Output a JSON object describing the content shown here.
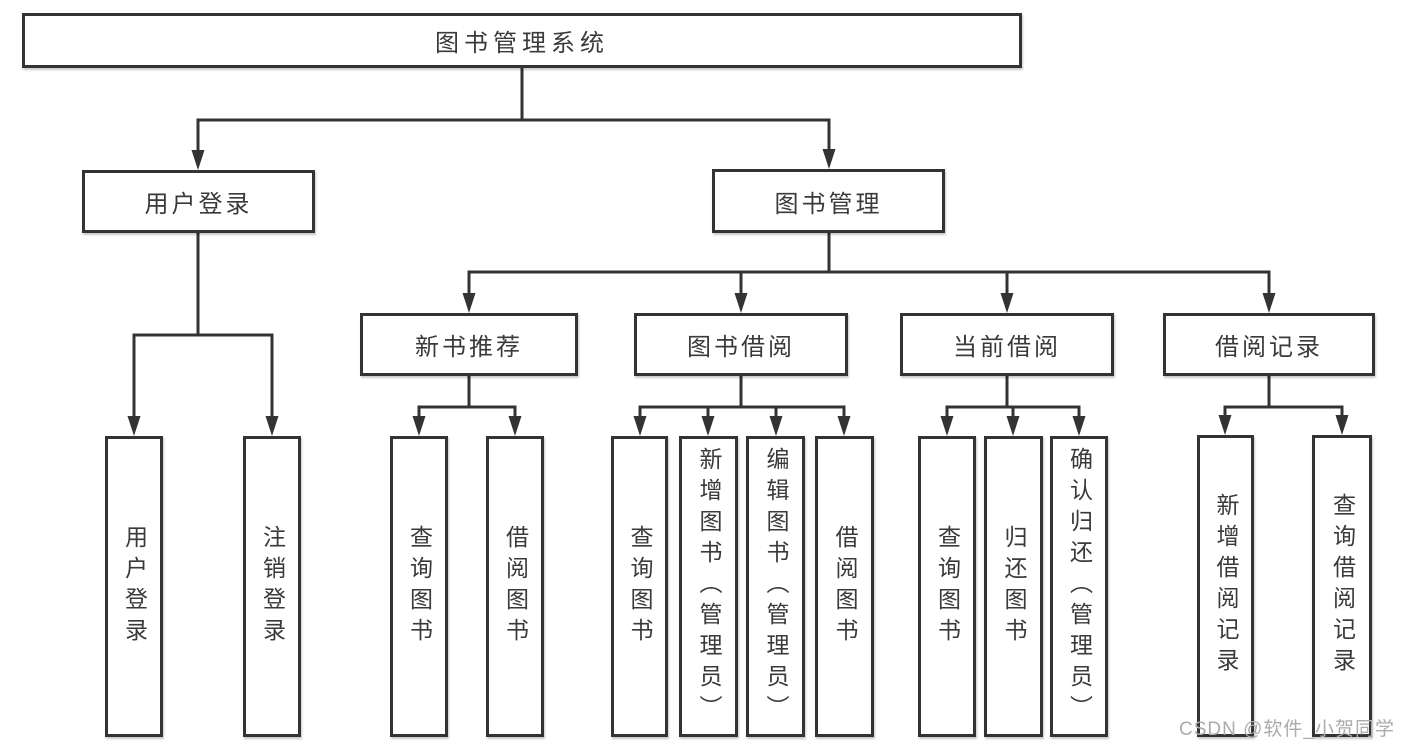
{
  "diagram_title": "图书管理系统",
  "nodes": {
    "root": "图书管理系统",
    "user_login": "用户登录",
    "book_mgmt": "图书管理",
    "new_books": "新书推荐",
    "book_borrow": "图书借阅",
    "current_borrow": "当前借阅",
    "borrow_records": "借阅记录",
    "leaf_user_login": "用户登录",
    "leaf_logout": "注销登录",
    "leaf_nb_query": "查询图书",
    "leaf_nb_borrow": "借阅图书",
    "leaf_bb_query": "查询图书",
    "leaf_bb_add": "新增图书（管理员）",
    "leaf_bb_edit": "编辑图书（管理员）",
    "leaf_bb_borrow": "借阅图书",
    "leaf_cb_query": "查询图书",
    "leaf_cb_return": "归还图书",
    "leaf_cb_confirm": "确认归还（管理员）",
    "leaf_br_add": "新增借阅记录",
    "leaf_br_query": "查询借阅记录"
  },
  "edges": [
    [
      "图书管理系统",
      "用户登录"
    ],
    [
      "图书管理系统",
      "图书管理"
    ],
    [
      "用户登录",
      "用户登录"
    ],
    [
      "用户登录",
      "注销登录"
    ],
    [
      "图书管理",
      "新书推荐"
    ],
    [
      "图书管理",
      "图书借阅"
    ],
    [
      "图书管理",
      "当前借阅"
    ],
    [
      "图书管理",
      "借阅记录"
    ],
    [
      "新书推荐",
      "查询图书"
    ],
    [
      "新书推荐",
      "借阅图书"
    ],
    [
      "图书借阅",
      "查询图书"
    ],
    [
      "图书借阅",
      "新增图书（管理员）"
    ],
    [
      "图书借阅",
      "编辑图书（管理员）"
    ],
    [
      "图书借阅",
      "借阅图书"
    ],
    [
      "当前借阅",
      "查询图书"
    ],
    [
      "当前借阅",
      "归还图书"
    ],
    [
      "当前借阅",
      "确认归还（管理员）"
    ],
    [
      "借阅记录",
      "新增借阅记录"
    ],
    [
      "借阅记录",
      "查询借阅记录"
    ]
  ],
  "watermark": "CSDN @软件_小贺同学",
  "colors": {
    "line": "#333333",
    "border": "#333333",
    "text": "#3a3a3a",
    "watermark": "#ababab",
    "background": "#ffffff"
  }
}
